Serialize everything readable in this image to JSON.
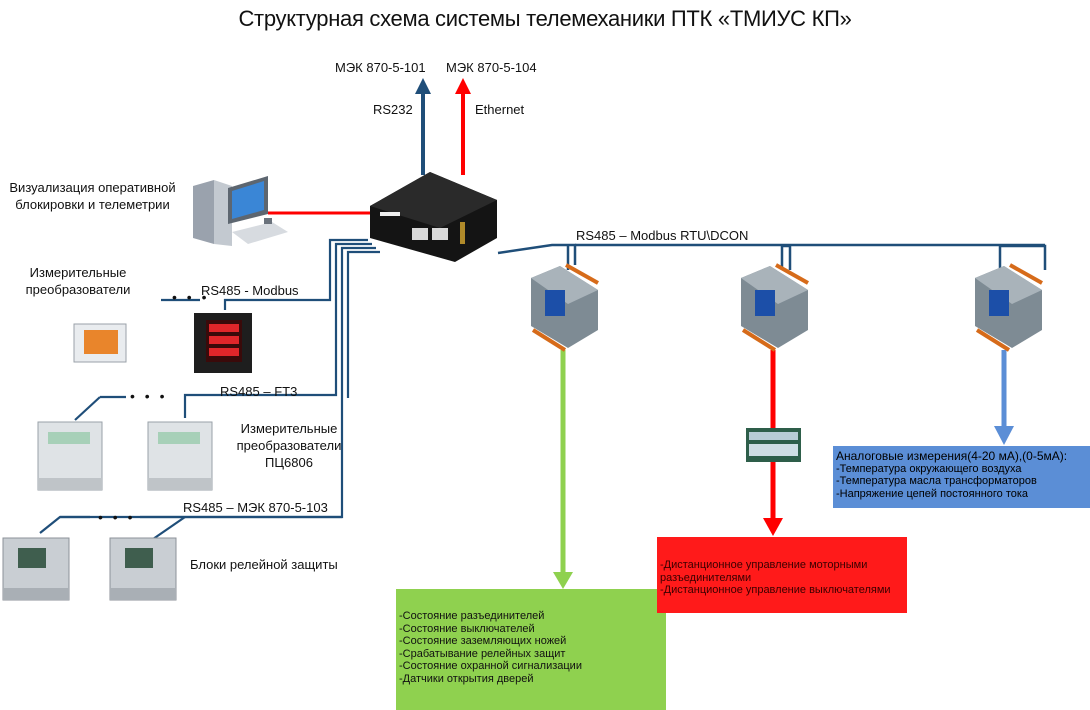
{
  "title": "Структурная схема системы телемеханики ПТК «ТМИУС КП»",
  "protocols": {
    "iec101": "МЭК 870-5-101",
    "iec104": "МЭК 870-5-104",
    "rs232": "RS232",
    "ethernet": "Ethernet"
  },
  "links": {
    "modbus_rtu_dcon": "RS485 – Modbus RTU\\DCON",
    "rs485_modbus": "RS485 - Modbus",
    "rs485_ft3": "RS485 – FT3",
    "rs485_iec103": "RS485 – МЭК 870-5-103"
  },
  "labels": {
    "visualization": "Визуализация оперативной блокировки и телеметрии",
    "transducers": "Измерительные преобразователи",
    "transducers_pc": "Измерительные преобразователи ПЦ6806",
    "relay": "Блоки релейной защиты",
    "dots": "• • •"
  },
  "green_box": {
    "lines": [
      "-Состояние разъединителей",
      "-Состояние выключателей",
      "-Состояние заземляющих ножей",
      "-Срабатывание релейных защит",
      "-Состояние охранной сигнализации",
      "-Датчики открытия дверей"
    ]
  },
  "red_box": {
    "lines": [
      "-Дистанционное управление моторными разъединителями",
      "-Дистанционное управление выключателями"
    ]
  },
  "blue_box": {
    "heading": "Аналоговые измерения(4-20 мА),(0-5мА):",
    "lines": [
      "-Температура окружающего воздуха",
      "-Температура масла трансформаторов",
      "-Напряжение цепей постоянного тока"
    ]
  },
  "colors": {
    "bus": "#1f4e79",
    "red": "#ff0000",
    "green": "#8fd14f",
    "blue": "#5b8ed6"
  }
}
